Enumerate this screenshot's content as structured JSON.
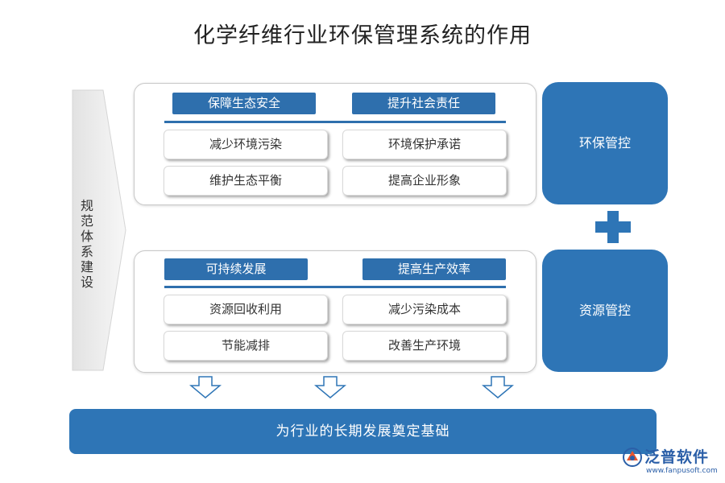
{
  "title": "化学纤维行业环保管理系统的作用",
  "left_label": "规范体系建设",
  "top_panel": {
    "headers": [
      "保障生态安全",
      "提升社会责任"
    ],
    "items": [
      "减少环境污染",
      "环境保护承诺",
      "维护生态平衡",
      "提高企业形象"
    ]
  },
  "bottom_panel": {
    "headers": [
      "可持续发展",
      "提高生产效率"
    ],
    "items": [
      "资源回收利用",
      "减少污染成本",
      "节能减排",
      "改善生产环境"
    ]
  },
  "side_boxes": [
    "环保管控",
    "资源管控"
  ],
  "foundation": "为行业的长期发展奠定基础",
  "logo": {
    "name": "泛普软件",
    "url": "www.fanpusoft.com"
  },
  "colors": {
    "primary": "#2e75b6",
    "header": "#2e6fad",
    "arrow": "#2e75b6"
  }
}
